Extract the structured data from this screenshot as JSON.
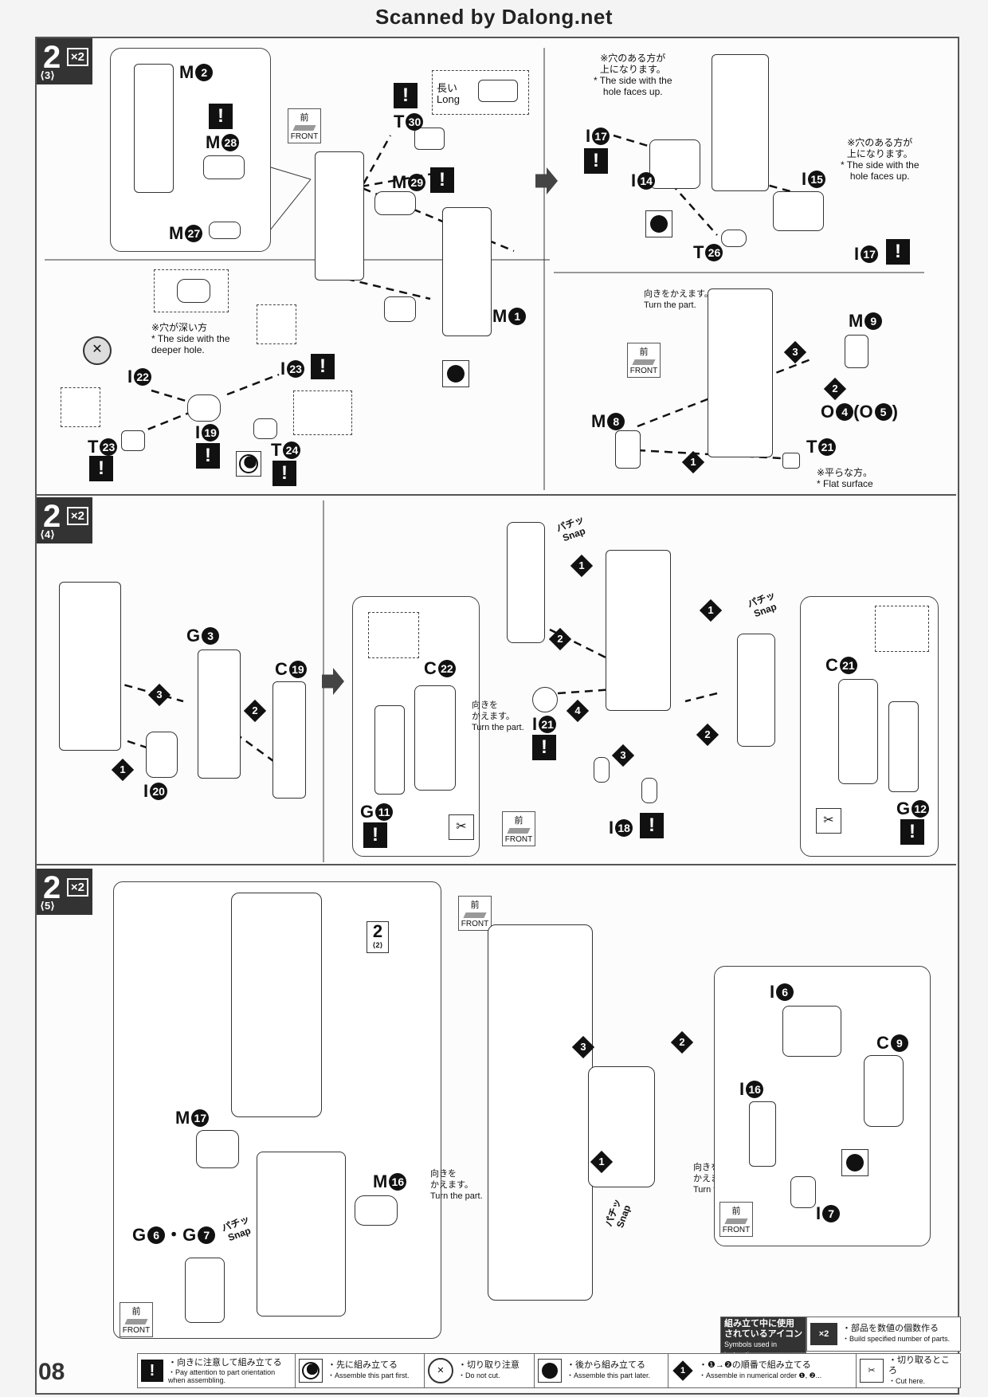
{
  "scan_credit": "Scanned by Dalong.net",
  "page_number": "08",
  "sections": [
    {
      "step": "2",
      "sub": "⟨3⟩",
      "multiplier": "×2"
    },
    {
      "step": "2",
      "sub": "⟨4⟩",
      "multiplier": "×2"
    },
    {
      "step": "2",
      "sub": "⟨5⟩",
      "multiplier": "×2"
    }
  ],
  "front_jp": "前",
  "front_en": "FRONT",
  "snap_jp": "パチッ",
  "snap_en": "Snap",
  "parts": {
    "M2": "M",
    "M28": "M",
    "M27": "M",
    "T30": "T",
    "M29": "M",
    "M1": "M",
    "I22": "I",
    "I19": "I",
    "I23": "I",
    "T23": "T",
    "T24": "T",
    "I17a": "I",
    "I14": "I",
    "I15": "I",
    "I17b": "I",
    "T26": "T",
    "M9": "M",
    "M8": "M",
    "O4": "O",
    "T21": "T",
    "G3": "G",
    "C19": "C",
    "I20": "I",
    "C22": "C",
    "G11": "G",
    "I21": "I",
    "I18": "I",
    "C21": "C",
    "G12": "G",
    "M17": "M",
    "M16": "M",
    "G6G7": "G",
    "I6": "I",
    "C9": "C",
    "I16": "I",
    "I7": "I"
  },
  "part_nums": {
    "M2": "2",
    "M28": "28",
    "M27": "27",
    "T30": "30",
    "M29": "29",
    "M1": "1",
    "I22": "22",
    "I19": "19",
    "I23": "23",
    "T23": "23",
    "T24": "24",
    "I17a": "17",
    "I14": "14",
    "I15": "15",
    "I17b": "17",
    "T26": "26",
    "M9": "9",
    "M8": "8",
    "O4": "4",
    "O5": "5",
    "T21": "21",
    "G3": "3",
    "C19": "19",
    "I20": "20",
    "C22": "22",
    "G11": "11",
    "I21": "21",
    "I18": "18",
    "C21": "21",
    "G12": "12",
    "M17": "17",
    "M16": "16",
    "G6": "6",
    "G7": "7",
    "I6": "6",
    "C9": "9",
    "I16": "16",
    "I7": "7"
  },
  "notes": {
    "long_jp": "長い",
    "long_en": "Long",
    "hole_up_jp": "※穴のある方が\n上になります。",
    "hole_up_en": "* The side with the\nhole faces up.",
    "deeper_jp": "※穴が深い方",
    "deeper_en": "* The side with the\ndeeper hole.",
    "turn_jp": "向きをかえます。",
    "turn_en": "Turn the part.",
    "turn2_jp": "向きを\nかえます。",
    "flat_jp": "※平らな方。",
    "flat_en": "* Flat surface",
    "ref_step": "2",
    "ref_sub": "⟨2⟩"
  },
  "legend": {
    "title_jp": "組み立て中に使用\nされているアイコン",
    "title_en": "Symbols used in instructions",
    "x2_label": "×2",
    "x2_jp": "・部品を数値の個数作る",
    "x2_en": "・Build specified number of parts.",
    "warn_jp": "・向きに注意して組み立てる",
    "warn_en": "・Pay attention to part orientation\nwhen assembling.",
    "first_jp": "・先に組み立てる",
    "first_en": "・Assemble this part first.",
    "nocut_jp": "・切り取り注意",
    "nocut_en": "・Do not cut.",
    "later_jp": "・後から組み立てる",
    "later_en": "・Assemble this part later.",
    "order_jp": "・❶→❷の順番で組み立てる",
    "order_en": "・Assemble in numerical order ❶, ❷...",
    "cut_jp": "・切り取るところ",
    "cut_en": "・Cut here."
  }
}
